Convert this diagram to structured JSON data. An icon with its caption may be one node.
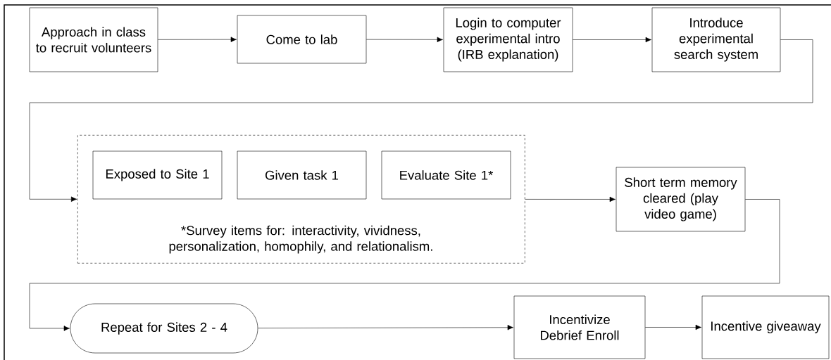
{
  "diagram": {
    "nodes": [
      {
        "text": [
          "Approach in class to recruit volunteers"
        ]
      },
      {
        "text": [
          "Come to lab"
        ]
      },
      {
        "text": [
          "Login to computer experimental intro (IRB explanation)"
        ]
      },
      {
        "text": [
          "Introduce experimental search system"
        ]
      },
      {
        "text": [
          "*Survey items for: interactivity, vividness, personalization, homophily, and relationalism."
        ]
      },
      {
        "text": [
          "Exposed to Site 1"
        ],
        "in": 4
      },
      {
        "text": [
          "Given task 1"
        ],
        "in": 4
      },
      {
        "text": [
          "Evaluate Site 1*"
        ],
        "in": 4
      },
      {
        "text": [
          "Short term memory cleared (play video game)"
        ]
      },
      {
        "text": [
          "Repeat for Sites 2 - 4"
        ]
      },
      {
        "text": [
          "Incentivize Debrief Enroll"
        ]
      },
      {
        "text": [
          "Incentive giveaway"
        ]
      }
    ],
    "edges": [
      {
        "from": 0,
        "to": 1,
        "arrow": "to"
      },
      {
        "from": 1,
        "to": 2,
        "arrow": "to"
      },
      {
        "from": 2,
        "to": 3,
        "arrow": "to"
      },
      {
        "from": 3,
        "to": 4,
        "arrow": "to"
      },
      {
        "from": 4,
        "to": 8,
        "arrow": "to"
      },
      {
        "from": 8,
        "to": 9,
        "arrow": "to"
      },
      {
        "from": 9,
        "to": 10,
        "arrow": "to"
      },
      {
        "from": 10,
        "to": 11,
        "arrow": "to"
      }
    ]
  }
}
